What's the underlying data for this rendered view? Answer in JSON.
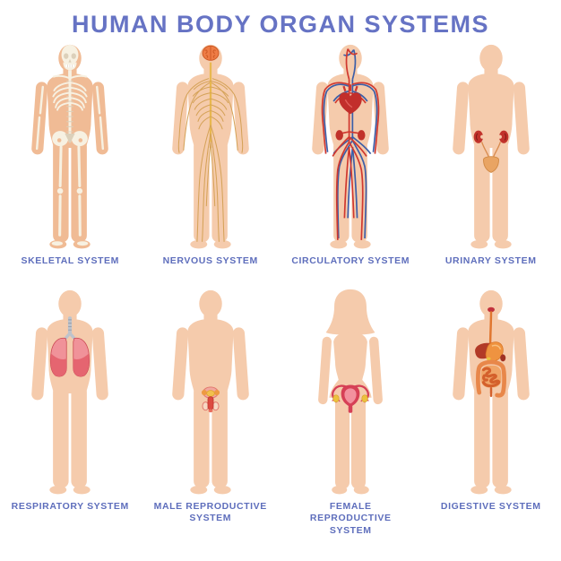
{
  "title": "HUMAN BODY ORGAN SYSTEMS",
  "systems": [
    {
      "id": "skeletal",
      "label": "SKELETAL SYSTEM"
    },
    {
      "id": "nervous",
      "label": "NERVOUS SYSTEM"
    },
    {
      "id": "circulatory",
      "label": "CIRCULATORY SYSTEM"
    },
    {
      "id": "urinary",
      "label": "URINARY SYSTEM"
    },
    {
      "id": "respiratory",
      "label": "RESPIRATORY SYSTEM"
    },
    {
      "id": "male-reproductive",
      "label": "MALE REPRODUCTIVE SYSTEM"
    },
    {
      "id": "female-reproductive",
      "label": "FEMALE REPRODUCTIVE SYSTEM"
    },
    {
      "id": "digestive",
      "label": "DIGESTIVE SYSTEM"
    }
  ],
  "colors": {
    "title": "#6673C4",
    "label": "#5E6EBC",
    "skin": "#F5CBAC",
    "skin_dark": "#F0BB95",
    "bone": "#F7F1E2",
    "bone_shade": "#DCD0BA",
    "brain": "#EE7C45",
    "brain_line": "#CC5722",
    "nerve": "#D5A258",
    "nerve_cord": "#E8B84F",
    "artery": "#D0382F",
    "vein": "#3D5FA8",
    "heart": "#C22F2B",
    "kidney": "#C1322B",
    "bladder": "#E9A463",
    "lung": "#E56570",
    "lung_light": "#F09299",
    "trachea": "#BEC3CC",
    "repro_pink": "#F2A79E",
    "repro_orange": "#EE9A43",
    "repro_yellow": "#F2C14E",
    "repro_shaft": "#DC4A40",
    "testis": "#F7D8C3",
    "uterus": "#D64056",
    "ovary": "#ECC13E",
    "mouth": "#C2313C",
    "liver": "#B23A27",
    "stomach": "#EF9340",
    "intestine": "#E8874A",
    "intestine_dark": "#D4602C"
  }
}
